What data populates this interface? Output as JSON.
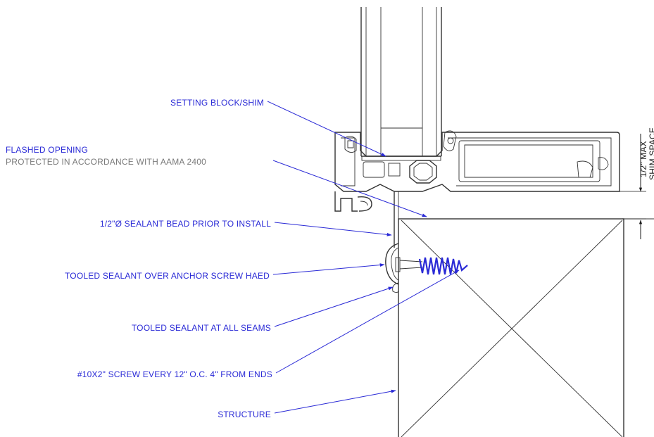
{
  "callouts": {
    "setting_block": "SETTING BLOCK/SHIM",
    "flashed_opening": "FLASHED OPENING",
    "protected": "PROTECTED IN ACCORDANCE WITH AAMA 2400",
    "sealant_bead": "1/2\"Ø SEALANT BEAD PRIOR TO INSTALL",
    "tooled_anchor": "TOOLED SEALANT OVER ANCHOR SCREW HAED",
    "tooled_seams": "TOOLED SEALANT AT ALL SEAMS",
    "screw": "#10X2\" SCREW EVERY 12\" O.C. 4\" FROM ENDS",
    "structure": "STRUCTURE"
  },
  "dimension": {
    "line1": "1/2\" MAX",
    "line2": "SHIM SPACE"
  },
  "colors": {
    "callout": "#2a2ad6",
    "subtext": "#7a7a7a",
    "outline": "#333333"
  }
}
